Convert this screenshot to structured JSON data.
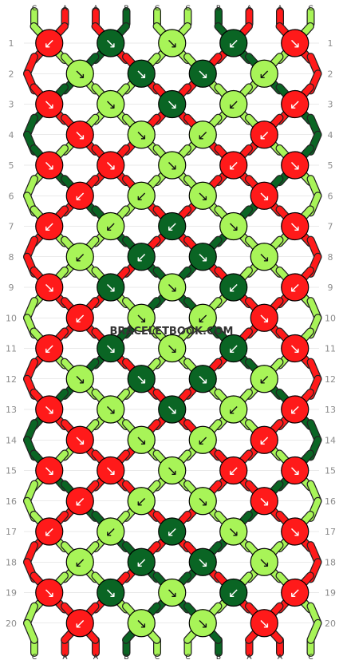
{
  "site_watermark": "BRACELETBOOK.COM",
  "colors": {
    "A": "#ff1a1a",
    "B": "#0a6524",
    "C": "#a8f458",
    "knot_border": "#000000",
    "strand_border": "#222222",
    "grid_line": "#d4d4d4"
  },
  "strands_top": [
    "C",
    "A",
    "A",
    "B",
    "C",
    "C",
    "B",
    "A",
    "A",
    "C"
  ],
  "strands_bottom": [
    "C",
    "A",
    "A",
    "B",
    "C",
    "C",
    "B",
    "A",
    "A",
    "C"
  ],
  "row_numbers": [
    1,
    2,
    3,
    4,
    5,
    6,
    7,
    8,
    9,
    10,
    11,
    12,
    13,
    14,
    15,
    16,
    17,
    18,
    19,
    20
  ],
  "knots": [
    [
      [
        "A",
        "↙"
      ],
      [
        "B",
        "↘"
      ],
      [
        "C",
        "↘"
      ],
      [
        "B",
        "↙"
      ],
      [
        "A",
        "↘"
      ]
    ],
    [
      [
        "C",
        "↘"
      ],
      [
        "B",
        "↘"
      ],
      [
        "B",
        "↘"
      ],
      [
        "C",
        "↙"
      ]
    ],
    [
      [
        "A",
        "↘"
      ],
      [
        "C",
        "↘"
      ],
      [
        "B",
        "↘"
      ],
      [
        "C",
        "↙"
      ],
      [
        "A",
        "↙"
      ]
    ],
    [
      [
        "A",
        "↘"
      ],
      [
        "C",
        "↘"
      ],
      [
        "C",
        "↙"
      ],
      [
        "A",
        "↙"
      ]
    ],
    [
      [
        "A",
        "↘"
      ],
      [
        "A",
        "↘"
      ],
      [
        "C",
        "↘"
      ],
      [
        "A",
        "↙"
      ],
      [
        "A",
        "↘"
      ]
    ],
    [
      [
        "A",
        "↙"
      ],
      [
        "C",
        "↙"
      ],
      [
        "C",
        "↘"
      ],
      [
        "A",
        "↘"
      ]
    ],
    [
      [
        "A",
        "↙"
      ],
      [
        "C",
        "↙"
      ],
      [
        "B",
        "↙"
      ],
      [
        "C",
        "↘"
      ],
      [
        "A",
        "↘"
      ]
    ],
    [
      [
        "C",
        "↙"
      ],
      [
        "B",
        "↙"
      ],
      [
        "B",
        "↘"
      ],
      [
        "C",
        "↘"
      ]
    ],
    [
      [
        "A",
        "↘"
      ],
      [
        "B",
        "↘"
      ],
      [
        "C",
        "↘"
      ],
      [
        "B",
        "↙"
      ],
      [
        "A",
        "↙"
      ]
    ],
    [
      [
        "A",
        "↙"
      ],
      [
        "C",
        "↘"
      ],
      [
        "C",
        "↙"
      ],
      [
        "A",
        "↘"
      ]
    ],
    [
      [
        "A",
        "↙"
      ],
      [
        "B",
        "↘"
      ],
      [
        "C",
        "↘"
      ],
      [
        "B",
        "↙"
      ],
      [
        "A",
        "↘"
      ]
    ],
    [
      [
        "C",
        "↘"
      ],
      [
        "B",
        "↘"
      ],
      [
        "B",
        "↘"
      ],
      [
        "C",
        "↙"
      ]
    ],
    [
      [
        "A",
        "↘"
      ],
      [
        "C",
        "↘"
      ],
      [
        "B",
        "↘"
      ],
      [
        "C",
        "↙"
      ],
      [
        "A",
        "↙"
      ]
    ],
    [
      [
        "A",
        "↘"
      ],
      [
        "C",
        "↘"
      ],
      [
        "C",
        "↙"
      ],
      [
        "A",
        "↙"
      ]
    ],
    [
      [
        "A",
        "↘"
      ],
      [
        "A",
        "↘"
      ],
      [
        "C",
        "↘"
      ],
      [
        "A",
        "↙"
      ],
      [
        "A",
        "↘"
      ]
    ],
    [
      [
        "A",
        "↙"
      ],
      [
        "C",
        "↙"
      ],
      [
        "C",
        "↘"
      ],
      [
        "A",
        "↘"
      ]
    ],
    [
      [
        "A",
        "↙"
      ],
      [
        "C",
        "↙"
      ],
      [
        "B",
        "↙"
      ],
      [
        "C",
        "↘"
      ],
      [
        "A",
        "↘"
      ]
    ],
    [
      [
        "C",
        "↙"
      ],
      [
        "B",
        "↙"
      ],
      [
        "B",
        "↘"
      ],
      [
        "C",
        "↘"
      ]
    ],
    [
      [
        "A",
        "↘"
      ],
      [
        "B",
        "↘"
      ],
      [
        "C",
        "↘"
      ],
      [
        "B",
        "↙"
      ],
      [
        "A",
        "↙"
      ]
    ],
    [
      [
        "A",
        "↙"
      ],
      [
        "C",
        "↘"
      ],
      [
        "C",
        "↘"
      ],
      [
        "A",
        "↘"
      ]
    ]
  ]
}
